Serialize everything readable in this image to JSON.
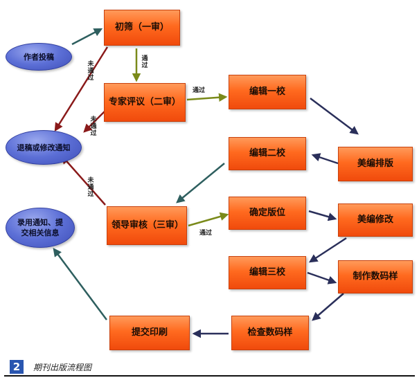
{
  "nodes": {
    "author_submit": "作者投稿",
    "reject_revise": "退稿或修改通知",
    "accept_notice": "录用通知、提交相关信息",
    "first_screen": "初筛（一审）",
    "expert_review": "专家评议（二审）",
    "leader_review": "领导审核（三审）",
    "edit_first": "编辑一校",
    "art_layout": "美编排版",
    "edit_second": "编辑二校",
    "confirm_layout": "确定版位",
    "art_revise": "美编修改",
    "edit_third": "编辑三校",
    "make_sample": "制作数码样",
    "check_sample": "检查数码样",
    "submit_print": "提交印刷"
  },
  "edge_labels": {
    "pass_1": "通过",
    "fail_1": "未通过",
    "pass_2": "通过",
    "fail_2": "未通过",
    "fail_3": "未通过",
    "pass_3": "通过"
  },
  "caption": {
    "number": "2",
    "title": "期刊出版流程图"
  },
  "colors": {
    "arrow_teal": "#2e5f5f",
    "arrow_olive": "#7a8a1a",
    "arrow_red": "#8a1a1a",
    "arrow_navy": "#2a2f5a"
  }
}
